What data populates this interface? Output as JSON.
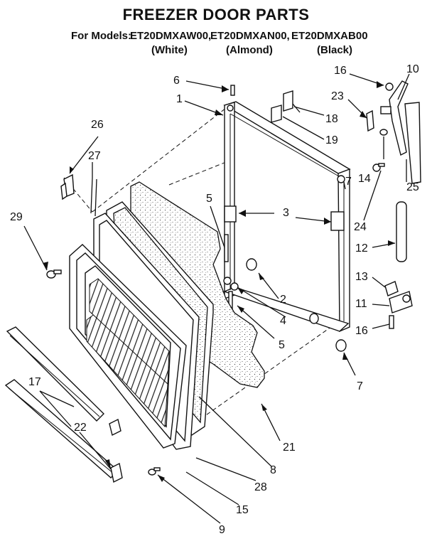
{
  "title": "FREEZER DOOR PARTS",
  "models": {
    "prefix": "For Models:",
    "list": [
      {
        "code": "ET20DMXAW00,",
        "color": "(White)"
      },
      {
        "code": "ET20DMXAN00,",
        "color": "(Almond)"
      },
      {
        "code": "ET20DMXAB00",
        "color": "(Black)"
      }
    ]
  },
  "callouts": [
    "1",
    "2",
    "3",
    "4",
    "5",
    "5",
    "6",
    "7",
    "7",
    "8",
    "9",
    "10",
    "11",
    "12",
    "13",
    "14",
    "15",
    "16",
    "16",
    "17",
    "18",
    "19",
    "21",
    "22",
    "23",
    "24",
    "25",
    "26",
    "27",
    "28",
    "29"
  ]
}
